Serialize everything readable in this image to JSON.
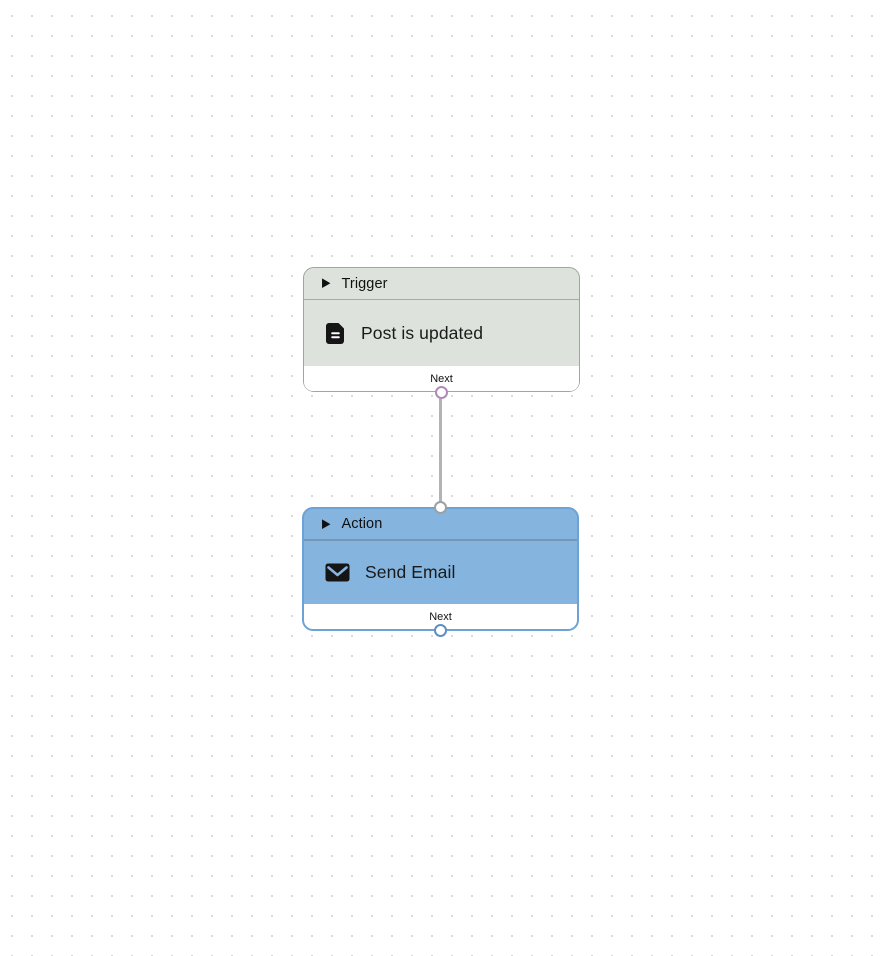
{
  "canvas": {
    "background": "#ffffff",
    "dot_color": "#d9d9d9"
  },
  "nodes": {
    "trigger": {
      "type_label": "Trigger",
      "collapse_icon": "▶",
      "icon": "document-icon",
      "title": "Post is updated",
      "footer_label": "Next",
      "colors": {
        "fill": "#dde3dc",
        "border": "#9ea69e",
        "divider": "#a6aca4",
        "output_port": "#b08ab6"
      }
    },
    "action": {
      "type_label": "Action",
      "collapse_icon": "▶",
      "icon": "mail-icon",
      "title": "Send Email",
      "footer_label": "Next",
      "colors": {
        "fill": "#85b5de",
        "border": "#6ca2d6",
        "divider": "#7595b4",
        "input_port": "#9aa0a6",
        "output_port": "#5d8fc4"
      }
    }
  },
  "edge": {
    "from": "trigger",
    "to": "action",
    "color": "#b3b3b3"
  }
}
